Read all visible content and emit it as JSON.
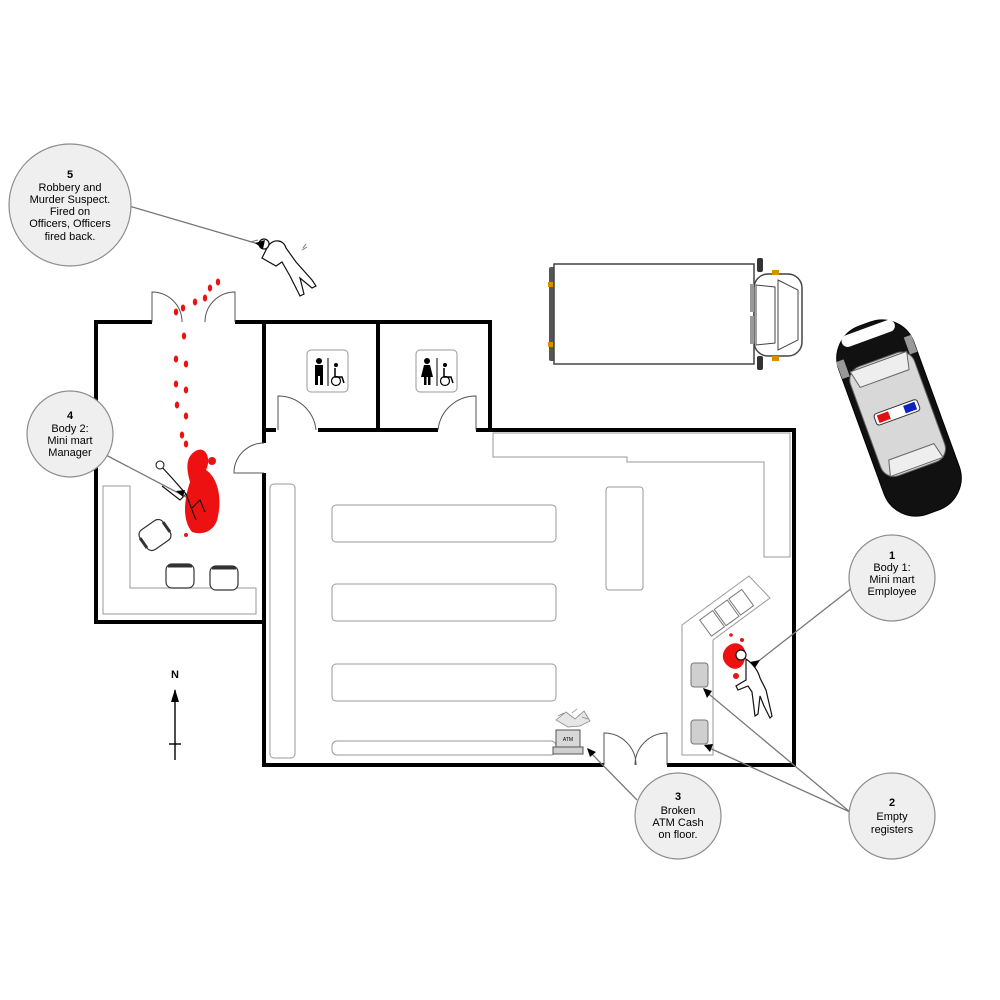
{
  "compass": {
    "label": "N"
  },
  "atm": {
    "label": "ATM"
  },
  "callouts": [
    {
      "number": "1",
      "lines": [
        "Body 1:",
        "Mini mart",
        "Employee"
      ]
    },
    {
      "number": "2",
      "lines": [
        "Empty",
        "registers"
      ]
    },
    {
      "number": "3",
      "lines": [
        "Broken",
        "ATM Cash",
        "on floor."
      ]
    },
    {
      "number": "4",
      "lines": [
        "Body 2:",
        "Mini mart",
        "Manager"
      ]
    },
    {
      "number": "5",
      "lines": [
        "Robbery and",
        "Murder Suspect.",
        "Fired on",
        "Officers, Officers",
        "fired back."
      ]
    }
  ],
  "colors": {
    "blood": "#ee1111",
    "wall": "#000000",
    "callout_fill": "#efefef",
    "police_light_red": "#e01010",
    "police_light_blue": "#1020c0"
  },
  "icons": [
    "male-restroom-icon",
    "female-restroom-icon",
    "wheelchair-icon",
    "police-car-icon",
    "delivery-truck-icon",
    "atm-icon",
    "north-arrow-icon"
  ]
}
